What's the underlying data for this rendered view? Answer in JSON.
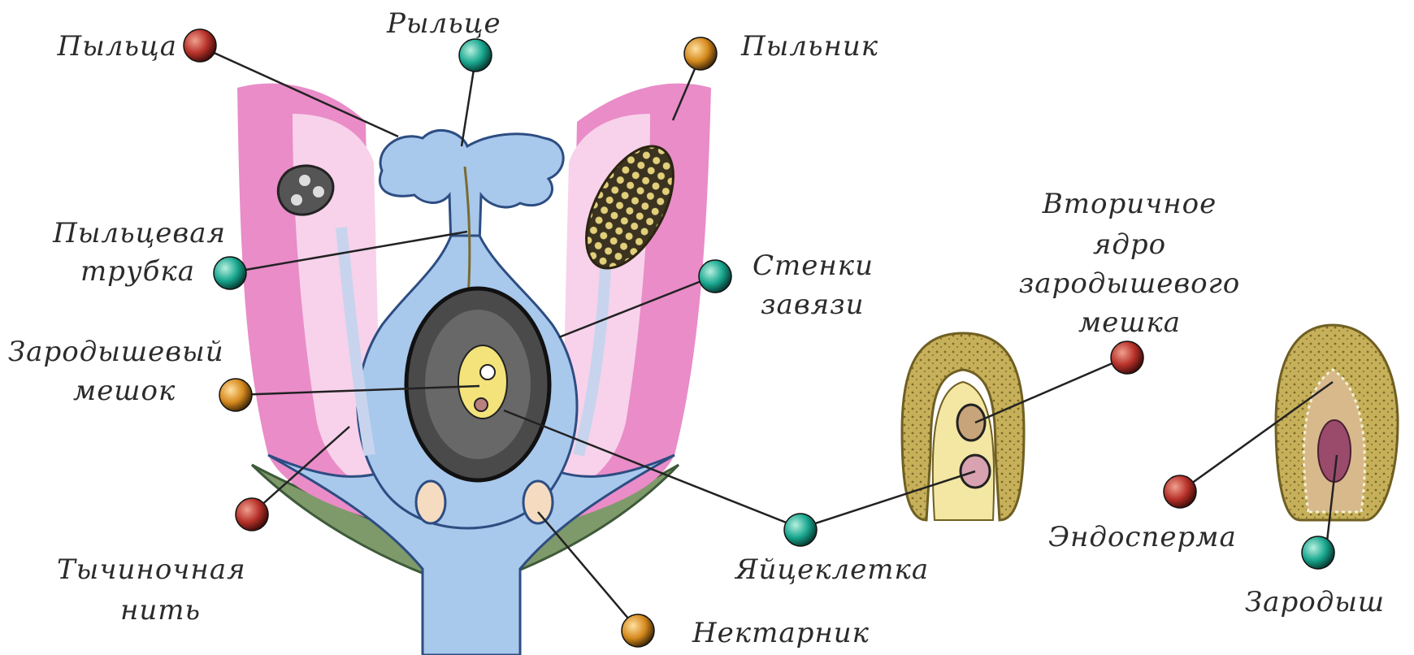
{
  "labels": {
    "pollen": "Пыльца",
    "stigma": "Рыльце",
    "anther": "Пыльник",
    "pollen_tube_1": "Пыльцевая",
    "pollen_tube_2": "трубка",
    "ovary_wall_1": "Стенки",
    "ovary_wall_2": "завязи",
    "embryo_sac_1": "Зародышевый",
    "embryo_sac_2": "мешок",
    "filament_1": "Тычиночная",
    "filament_2": "нить",
    "nectary": "Нектарник",
    "egg_cell": "Яйцеклетка",
    "secondary_nucleus_1": "Вторичное",
    "secondary_nucleus_2": "ядро",
    "secondary_nucleus_3": "зародышевого",
    "secondary_nucleus_4": "мешка",
    "endosperm": "Эндосперма",
    "embryo": "Зародыш"
  },
  "colors": {
    "petal": "#e98cc8",
    "petal_light": "#f7d2ea",
    "pistil": "#a8c8ec",
    "pistil_outline": "#2d4d82",
    "ovule_dark": "#3a3a3a",
    "seed": "#c9b45d",
    "marker_red": "#b8322a",
    "marker_teal": "#1aa890",
    "marker_orange": "#d68a1e",
    "leader": "#222222"
  }
}
